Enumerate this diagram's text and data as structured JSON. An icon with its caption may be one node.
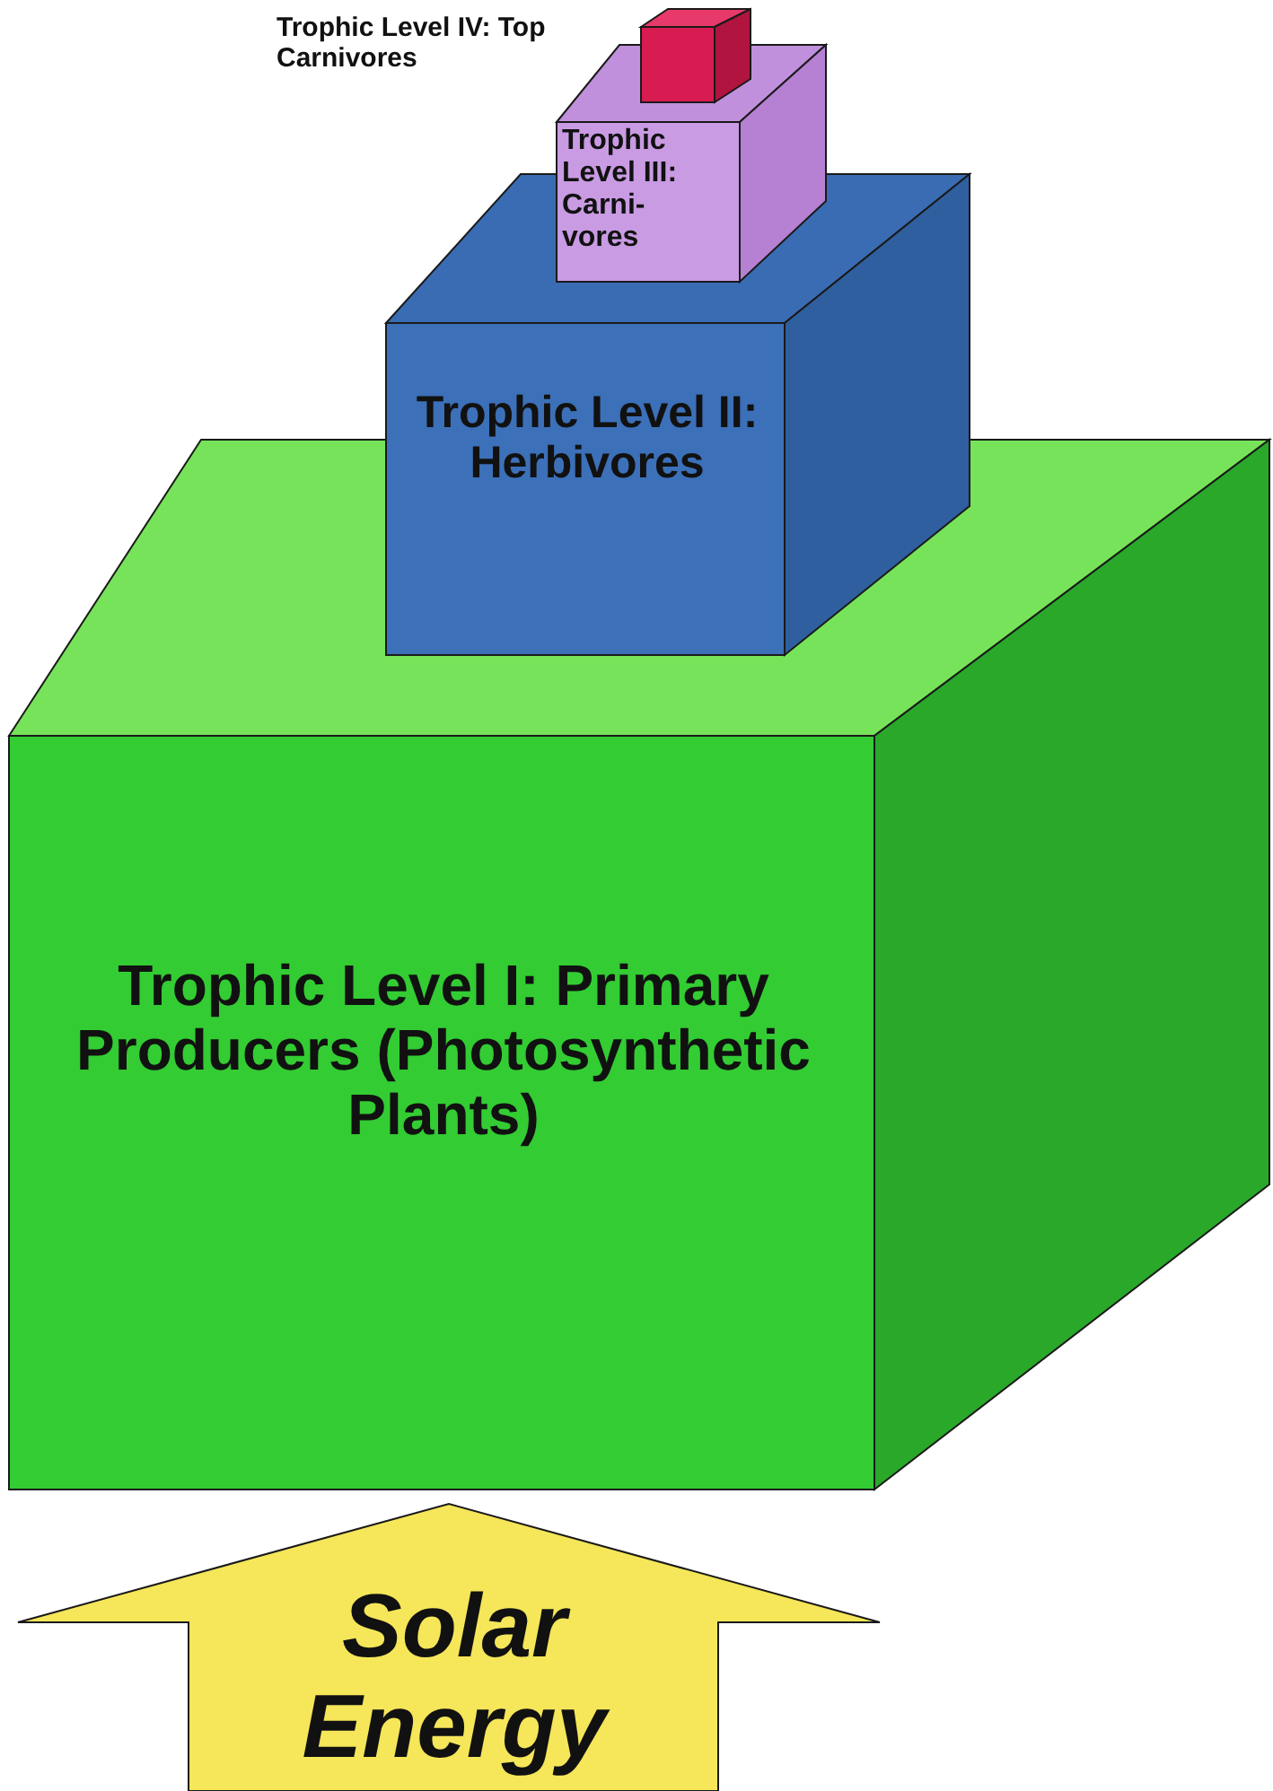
{
  "diagram": {
    "nodes": [
      {
        "text": [],
        "shape": "box"
      },
      {
        "text": [
          "Trophic Level III: Carni-vores"
        ]
      },
      {
        "text": [
          "Trophic Level II: Herbivores"
        ]
      },
      {
        "text": [
          "Trophic Level I: Primary Producers (Photosynthetic Plants)"
        ]
      },
      {
        "text": [
          "Solar Energy"
        ]
      }
    ],
    "labels": [
      "Trophic Level IV: Top Carnivores"
    ]
  }
}
